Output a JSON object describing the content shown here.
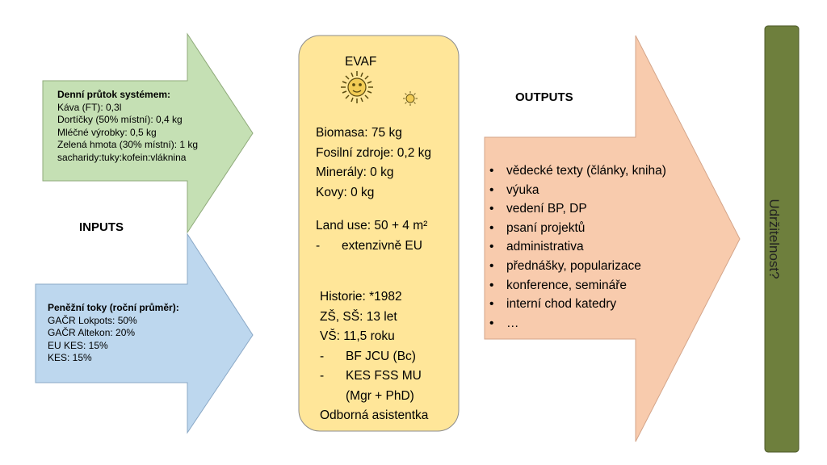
{
  "inputs_label": "INPUTS",
  "outputs_label": "OUTPUTS",
  "flow_box": {
    "title": "Denní průtok systémem:",
    "items": [
      "Káva (FT): 0,3l",
      "Dortíčky (50% místní): 0,4 kg",
      "Mléčné výrobky: 0,5 kg",
      "Zelená hmota (30% místní): 1 kg",
      "sacharidy:tuky:kofein:vláknina"
    ]
  },
  "money_box": {
    "title": "Peněžní toky (roční průměr):",
    "items": [
      "GAČR Lokpots: 50%",
      "GAČR Altekon: 20%",
      "EU KES: 15%",
      "KES: 15%"
    ]
  },
  "center": {
    "title": "EVAF",
    "resources": [
      "Biomasa: 75 kg",
      "Fosilní zdroje: 0,2 kg",
      "Minerály: 0 kg",
      "Kovy: 0 kg"
    ],
    "land_use": "Land use: 50 + 4 m²",
    "land_use_note": "extenzivně EU",
    "history": [
      "Historie: *1982",
      "ZŠ, SŠ: 13 let",
      "VŠ: 11,5 roku"
    ],
    "education": [
      "BF JCU (Bc)",
      "KES FSS MU"
    ],
    "education_note": "(Mgr + PhD)",
    "position": "Odborná asistentka",
    "dash": "-"
  },
  "outputs": [
    "vědecké texty (články, kniha)",
    "výuka",
    "vedení BP, DP",
    "psaní projektů",
    "administrativa",
    "přednášky, popularizace",
    "konference, semináře",
    "interní chod katedry",
    "…"
  ],
  "sustainability": "Udržitelnost?",
  "colors": {
    "green_arrow": "#c5e0b4",
    "green_border": "#8faa7a",
    "blue_arrow": "#bdd7ee",
    "blue_border": "#8aa8c6",
    "center_box": "#ffe699",
    "center_border": "#8c8c8c",
    "output_arrow": "#f8cbad",
    "output_border": "#d4a58a",
    "bar": "#6e7f3d",
    "bar_border": "#4d5a2a",
    "sun": "#c9a227"
  },
  "icons": [
    "sun-icon-large",
    "sun-icon-small"
  ]
}
